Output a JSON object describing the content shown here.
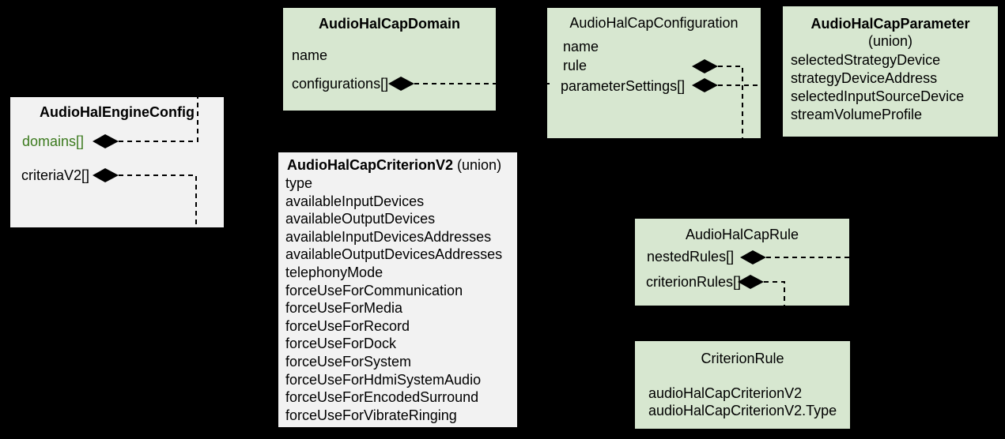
{
  "colors": {
    "background": "#000000",
    "green_box_fill": "#d7e7d0",
    "gray_box_fill": "#f2f2f2",
    "text": "#000000",
    "link_green": "#3c7a1e"
  },
  "icons": {
    "composition_diamond": "◆"
  },
  "boxes": {
    "engine": {
      "title": "AudioHalEngineConfig",
      "fields": [
        "domains[]",
        "criteriaV2[]"
      ]
    },
    "domain": {
      "title": "AudioHalCapDomain",
      "fields": [
        "name",
        "configurations[]"
      ]
    },
    "configuration": {
      "title": "AudioHalCapConfiguration",
      "fields": [
        "name",
        "rule",
        "parameterSettings[]"
      ]
    },
    "parameter": {
      "title": "AudioHalCapParameter",
      "subtitle": "(union)",
      "fields": [
        "selectedStrategyDevice",
        "strategyDeviceAddress",
        "selectedInputSourceDevice",
        "streamVolumeProfile"
      ]
    },
    "criterion": {
      "title": "AudioHalCapCriterionV2",
      "title_suffix": " (union)",
      "fields": [
        "type",
        "availableInputDevices",
        "availableOutputDevices",
        "availableInputDevicesAddresses",
        "availableOutputDevicesAddresses",
        "telephonyMode",
        "forceUseForCommunication",
        "forceUseForMedia",
        "forceUseForRecord",
        "forceUseForDock",
        "forceUseForSystem",
        "forceUseForHdmiSystemAudio",
        "forceUseForEncodedSurround",
        "forceUseForVibrateRinging"
      ]
    },
    "rule": {
      "title": "AudioHalCapRule",
      "fields": [
        "nestedRules[]",
        "criterionRules[]"
      ]
    },
    "criterion_rule": {
      "title": "CriterionRule",
      "fields": [
        "audioHalCapCriterionV2",
        "audioHalCapCriterionV2.Type"
      ]
    }
  },
  "relations": [
    {
      "from": "AudioHalEngineConfig.domains[]",
      "to": "AudioHalCapDomain"
    },
    {
      "from": "AudioHalEngineConfig.criteriaV2[]",
      "to": "AudioHalCapCriterionV2"
    },
    {
      "from": "AudioHalCapDomain.configurations[]",
      "to": "AudioHalCapConfiguration"
    },
    {
      "from": "AudioHalCapConfiguration.rule",
      "to": "AudioHalCapRule"
    },
    {
      "from": "AudioHalCapConfiguration.parameterSettings[]",
      "to": "AudioHalCapParameter"
    },
    {
      "from": "AudioHalCapRule.nestedRules[]",
      "to": "AudioHalCapRule"
    },
    {
      "from": "AudioHalCapRule.criterionRules[]",
      "to": "CriterionRule"
    }
  ]
}
